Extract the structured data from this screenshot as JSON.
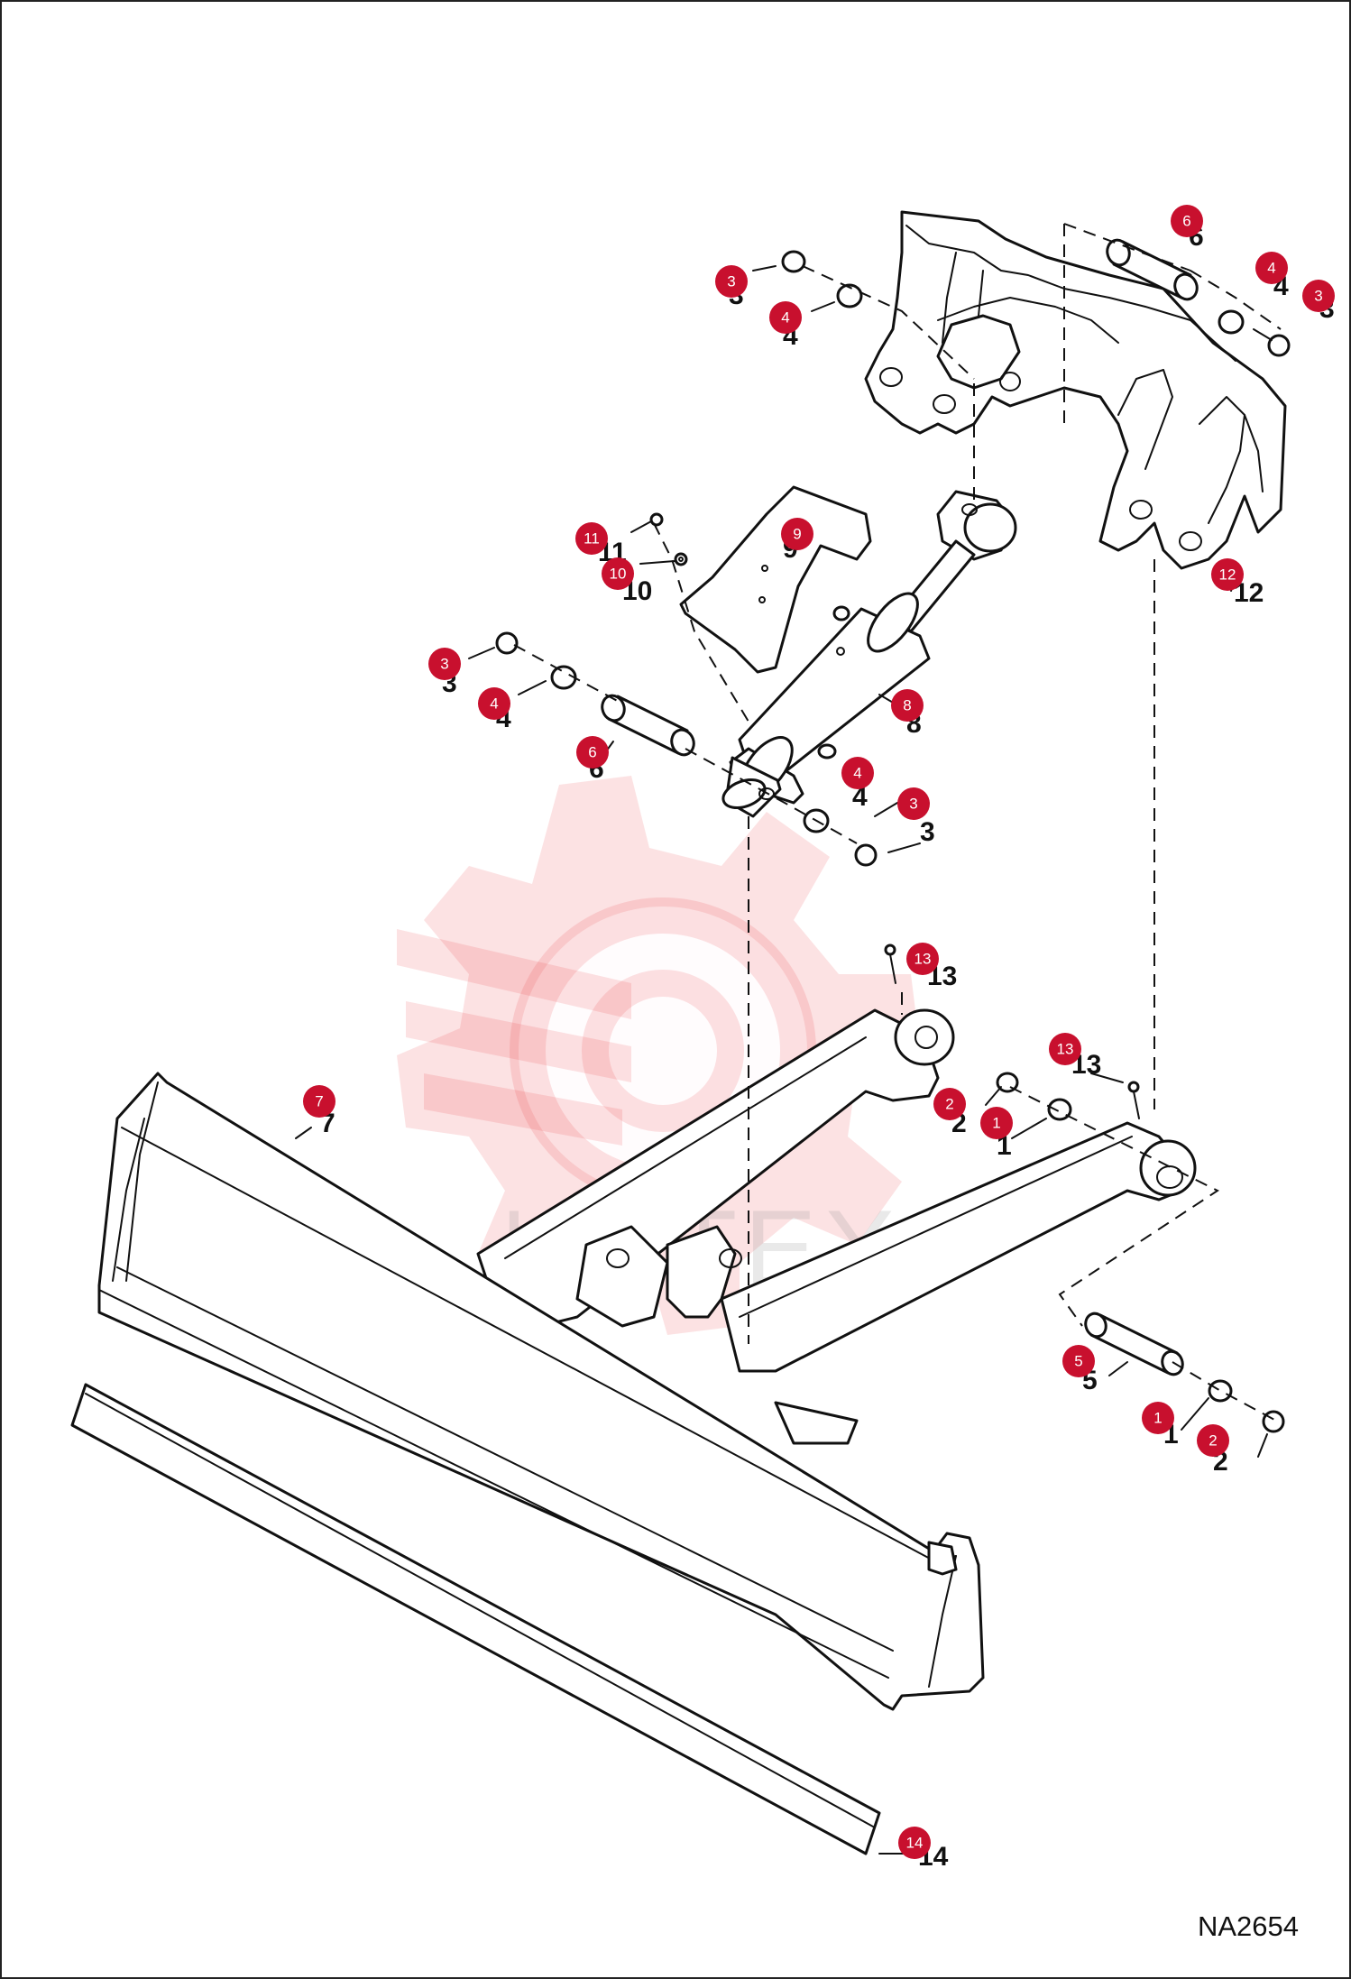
{
  "watermark": {
    "text": "ИНТЕХ"
  },
  "figure_code": "NA2654",
  "callouts": [
    {
      "id": "callout-6-top",
      "label": "6",
      "printed": "6"
    },
    {
      "id": "callout-4-top-right",
      "label": "4",
      "printed": "4"
    },
    {
      "id": "callout-3-top-right",
      "label": "3",
      "printed": "3"
    },
    {
      "id": "callout-3-top-left",
      "label": "3",
      "printed": "3"
    },
    {
      "id": "callout-4-top-left",
      "label": "4",
      "printed": "4"
    },
    {
      "id": "callout-12",
      "label": "12",
      "printed": "12"
    },
    {
      "id": "callout-11",
      "label": "11",
      "printed": "11"
    },
    {
      "id": "callout-10",
      "label": "10",
      "printed": "10"
    },
    {
      "id": "callout-9",
      "label": "9",
      "printed": "9"
    },
    {
      "id": "callout-3-mid-left",
      "label": "3",
      "printed": "3"
    },
    {
      "id": "callout-4-mid-left",
      "label": "4",
      "printed": "4"
    },
    {
      "id": "callout-6-mid",
      "label": "6",
      "printed": "6"
    },
    {
      "id": "callout-8",
      "label": "8",
      "printed": "8"
    },
    {
      "id": "callout-4-mid-right",
      "label": "4",
      "printed": "4"
    },
    {
      "id": "callout-3-mid-right",
      "label": "3",
      "printed": "3"
    },
    {
      "id": "callout-13-upper",
      "label": "13",
      "printed": "13"
    },
    {
      "id": "callout-13-right",
      "label": "13",
      "printed": "13"
    },
    {
      "id": "callout-2-upper",
      "label": "2",
      "printed": "2"
    },
    {
      "id": "callout-1-upper",
      "label": "1",
      "printed": "1"
    },
    {
      "id": "callout-7",
      "label": "7",
      "printed": "7"
    },
    {
      "id": "callout-5",
      "label": "5",
      "printed": "5"
    },
    {
      "id": "callout-1-lower",
      "label": "1",
      "printed": "1"
    },
    {
      "id": "callout-2-lower",
      "label": "2",
      "printed": "2"
    },
    {
      "id": "callout-14",
      "label": "14",
      "printed": "14"
    }
  ]
}
